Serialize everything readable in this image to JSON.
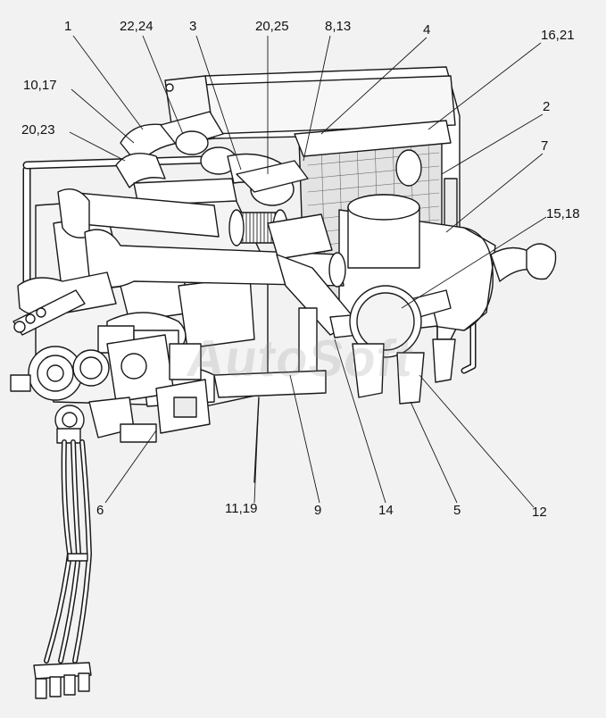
{
  "diagram": {
    "watermark": "AutoSoft",
    "callouts": [
      {
        "id": "c1",
        "label": "1"
      },
      {
        "id": "c2224",
        "label": "22,24"
      },
      {
        "id": "c3",
        "label": "3"
      },
      {
        "id": "c2025",
        "label": "20,25"
      },
      {
        "id": "c813",
        "label": "8,13"
      },
      {
        "id": "c4",
        "label": "4"
      },
      {
        "id": "c1621",
        "label": "16,21"
      },
      {
        "id": "c1017",
        "label": "10,17"
      },
      {
        "id": "c2",
        "label": "2"
      },
      {
        "id": "c2023",
        "label": "20,23"
      },
      {
        "id": "c7",
        "label": "7"
      },
      {
        "id": "c1518",
        "label": "15,18"
      },
      {
        "id": "c6",
        "label": "6"
      },
      {
        "id": "c1119",
        "label": "11,19"
      },
      {
        "id": "c9",
        "label": "9"
      },
      {
        "id": "c14",
        "label": "14"
      },
      {
        "id": "c5",
        "label": "5"
      },
      {
        "id": "c12",
        "label": "12"
      }
    ]
  },
  "colors": {
    "background": "#f2f2f2",
    "line": "#1a1a1a",
    "part_fill": "#ffffff",
    "shade": "#d9d9d9"
  }
}
